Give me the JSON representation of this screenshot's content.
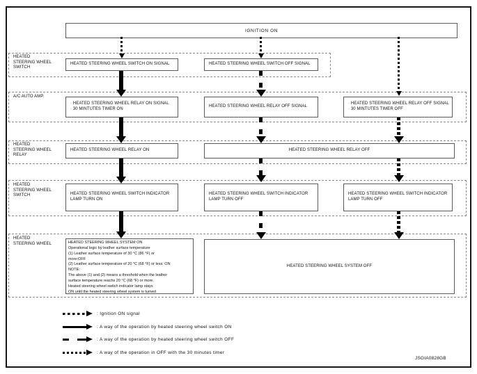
{
  "figure_code": "JSGIA0828GB",
  "colors": {
    "ink": "#000000",
    "box_border": "#5a5a5a",
    "dashed_border": "#8a8a8a",
    "background": "#ffffff"
  },
  "flow": {
    "ignition": "IGNITION ON",
    "row1": {
      "label": "HEATED\nSTEERING WHEEL\nSWITCH",
      "box_on": "HEATED STEERING WHEEL SWITCH ON SIGNAL",
      "box_off": "HEATED STEERING WHEEL SWITCH OFF SIGNAL"
    },
    "row2": {
      "label": "A/C AUTO AMP.",
      "box_on": "· HEATED STEERING WHEEL RELAY ON SIGNAL\n· 30 MINTUTES TIMER ON",
      "box_off": "HEATED STEERING WHEEL RELAY OFF SIGNAL",
      "box_timer": "· HEATED STEERING WHEEL RELAY OFF SIGNAL\n· 30 MINTUTES TIMER OFF"
    },
    "row3": {
      "label": "HEATED\nSTEERING WHEEL\nRELAY",
      "box_on": "HEATED STEERING WHEEL RELAY ON",
      "box_off": "HEATED STEERING WHEEL RELAY OFF"
    },
    "row4": {
      "label": "HEATED\nSTEERING WHEEL\nSWITCH",
      "box_on": "HEATED STEERING WHEEL SWITCH INDICATOR\nLAMP TURN ON",
      "box_off_mid": "HEATED STEERING WHEEL SWITCH INDICATOR\nLAMP TURN OFF",
      "box_off_right": "HEATED STEERING WHEEL SWITCH INDICATOR\nLAMP TURN OFF"
    },
    "row5": {
      "label": "HEATED\nSTEERING WHEEL",
      "box_on": "HEATED STEERING WHEEL SYSTEM ON\nOperational logic by leather surface temperature\n(1) Leather surface temperature of 30 °C (86 °F) or\nmore:OFF\n(2) Leather surface temperature of 20 °C (68 °F) or less: ON\nNOTE:\nThe above (1) and (2) means a threshold when the leather\nsurface temperature reachs 20 °C (68 °F) or more.\nHeated steering wheel switch indicator lamp stays\nON until the heated steering wheel system is turned",
      "box_off": "HEATED STEERING WHEEL SYSTEM OFF"
    }
  },
  "legend": {
    "items": [
      {
        "style": "ignition-dash",
        "text": ": Ignition ON signal"
      },
      {
        "style": "solid",
        "text": ": A way of the operation by heated steering wheel switch ON"
      },
      {
        "style": "long-dash",
        "text": ": A way of the operation by heated steering wheel switch OFF"
      },
      {
        "style": "dotted",
        "text": ": A way of the operation in OFF with the 30 minutes timer"
      }
    ]
  }
}
